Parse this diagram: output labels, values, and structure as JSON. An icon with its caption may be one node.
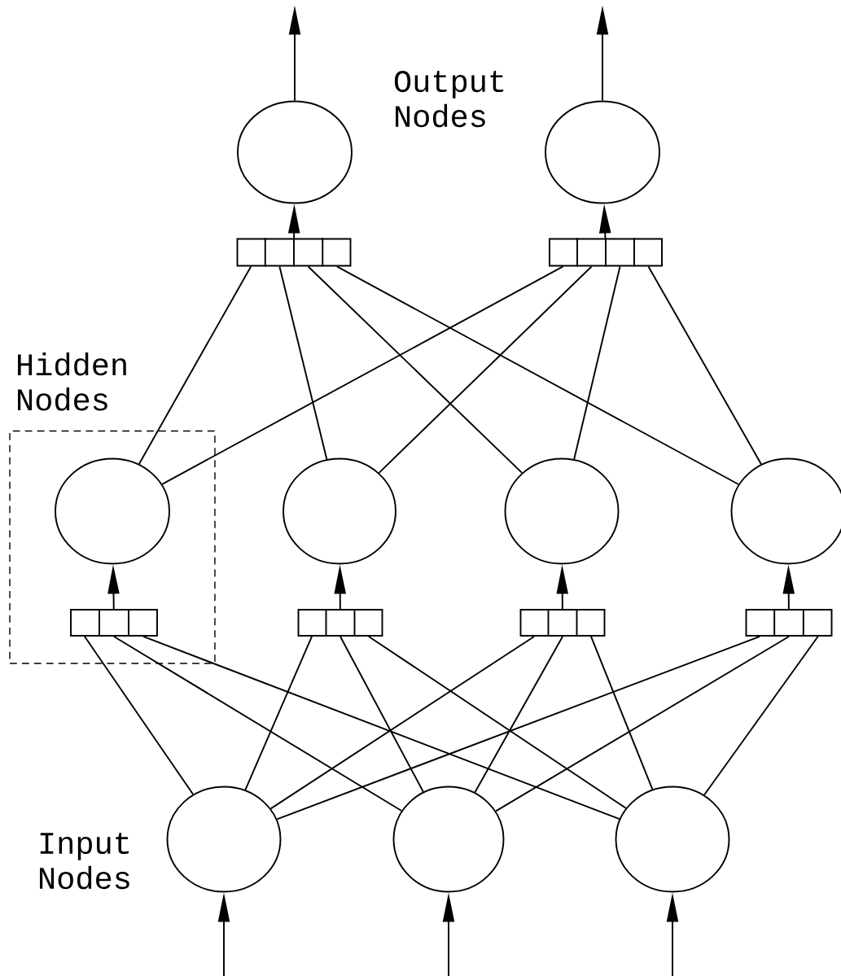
{
  "diagram": {
    "nodes": [
      {
        "text": [],
        "shape": "circle"
      },
      {
        "text": [],
        "shape": "circle"
      },
      {
        "text": [],
        "shape": "box"
      },
      {
        "text": [],
        "shape": "box"
      },
      {
        "text": [],
        "shape": "box"
      },
      {
        "text": [],
        "shape": "circle",
        "in": 4
      },
      {
        "text": [],
        "shape": "circle"
      },
      {
        "text": [],
        "shape": "circle"
      },
      {
        "text": [],
        "shape": "circle"
      },
      {
        "text": [],
        "shape": "box",
        "in": 4
      },
      {
        "text": [],
        "shape": "box"
      },
      {
        "text": [],
        "shape": "box"
      },
      {
        "text": [],
        "shape": "box"
      },
      {
        "text": [],
        "shape": "circle"
      },
      {
        "text": [],
        "shape": "circle"
      },
      {
        "text": [],
        "shape": "circle"
      }
    ],
    "edges": [
      {
        "from": 0,
        "to": null,
        "arrow": "to"
      },
      {
        "from": 1,
        "to": null,
        "arrow": "to"
      },
      {
        "from": 2,
        "to": 0,
        "arrow": "to"
      },
      {
        "from": 3,
        "to": 1,
        "arrow": "to"
      },
      {
        "from": 5,
        "to": 2,
        "arrow": "none"
      },
      {
        "from": 6,
        "to": 2,
        "arrow": "none"
      },
      {
        "from": 7,
        "to": 2,
        "arrow": "none"
      },
      {
        "from": 8,
        "to": 2,
        "arrow": "none"
      },
      {
        "from": 5,
        "to": 3,
        "arrow": "none"
      },
      {
        "from": 6,
        "to": 3,
        "arrow": "none"
      },
      {
        "from": 7,
        "to": 3,
        "arrow": "none"
      },
      {
        "from": 8,
        "to": 3,
        "arrow": "none"
      },
      {
        "from": 9,
        "to": 5,
        "arrow": "to"
      },
      {
        "from": 10,
        "to": 6,
        "arrow": "to"
      },
      {
        "from": 11,
        "to": 7,
        "arrow": "to"
      },
      {
        "from": 12,
        "to": 8,
        "arrow": "to"
      },
      {
        "from": 13,
        "to": 9,
        "arrow": "none"
      },
      {
        "from": 14,
        "to": 9,
        "arrow": "none"
      },
      {
        "from": 15,
        "to": 9,
        "arrow": "none"
      },
      {
        "from": 13,
        "to": 10,
        "arrow": "none"
      },
      {
        "from": 14,
        "to": 10,
        "arrow": "none"
      },
      {
        "from": 15,
        "to": 10,
        "arrow": "none"
      },
      {
        "from": 13,
        "to": 11,
        "arrow": "none"
      },
      {
        "from": 14,
        "to": 11,
        "arrow": "none"
      },
      {
        "from": 15,
        "to": 11,
        "arrow": "none"
      },
      {
        "from": 13,
        "to": 12,
        "arrow": "none"
      },
      {
        "from": 14,
        "to": 12,
        "arrow": "none"
      },
      {
        "from": 15,
        "to": 12,
        "arrow": "none"
      },
      {
        "from": null,
        "to": 13,
        "arrow": "to"
      },
      {
        "from": null,
        "to": 14,
        "arrow": "to"
      },
      {
        "from": null,
        "to": 15,
        "arrow": "to"
      }
    ],
    "labels": [
      "Output Nodes",
      "Hidden Nodes",
      "Input Nodes"
    ]
  }
}
